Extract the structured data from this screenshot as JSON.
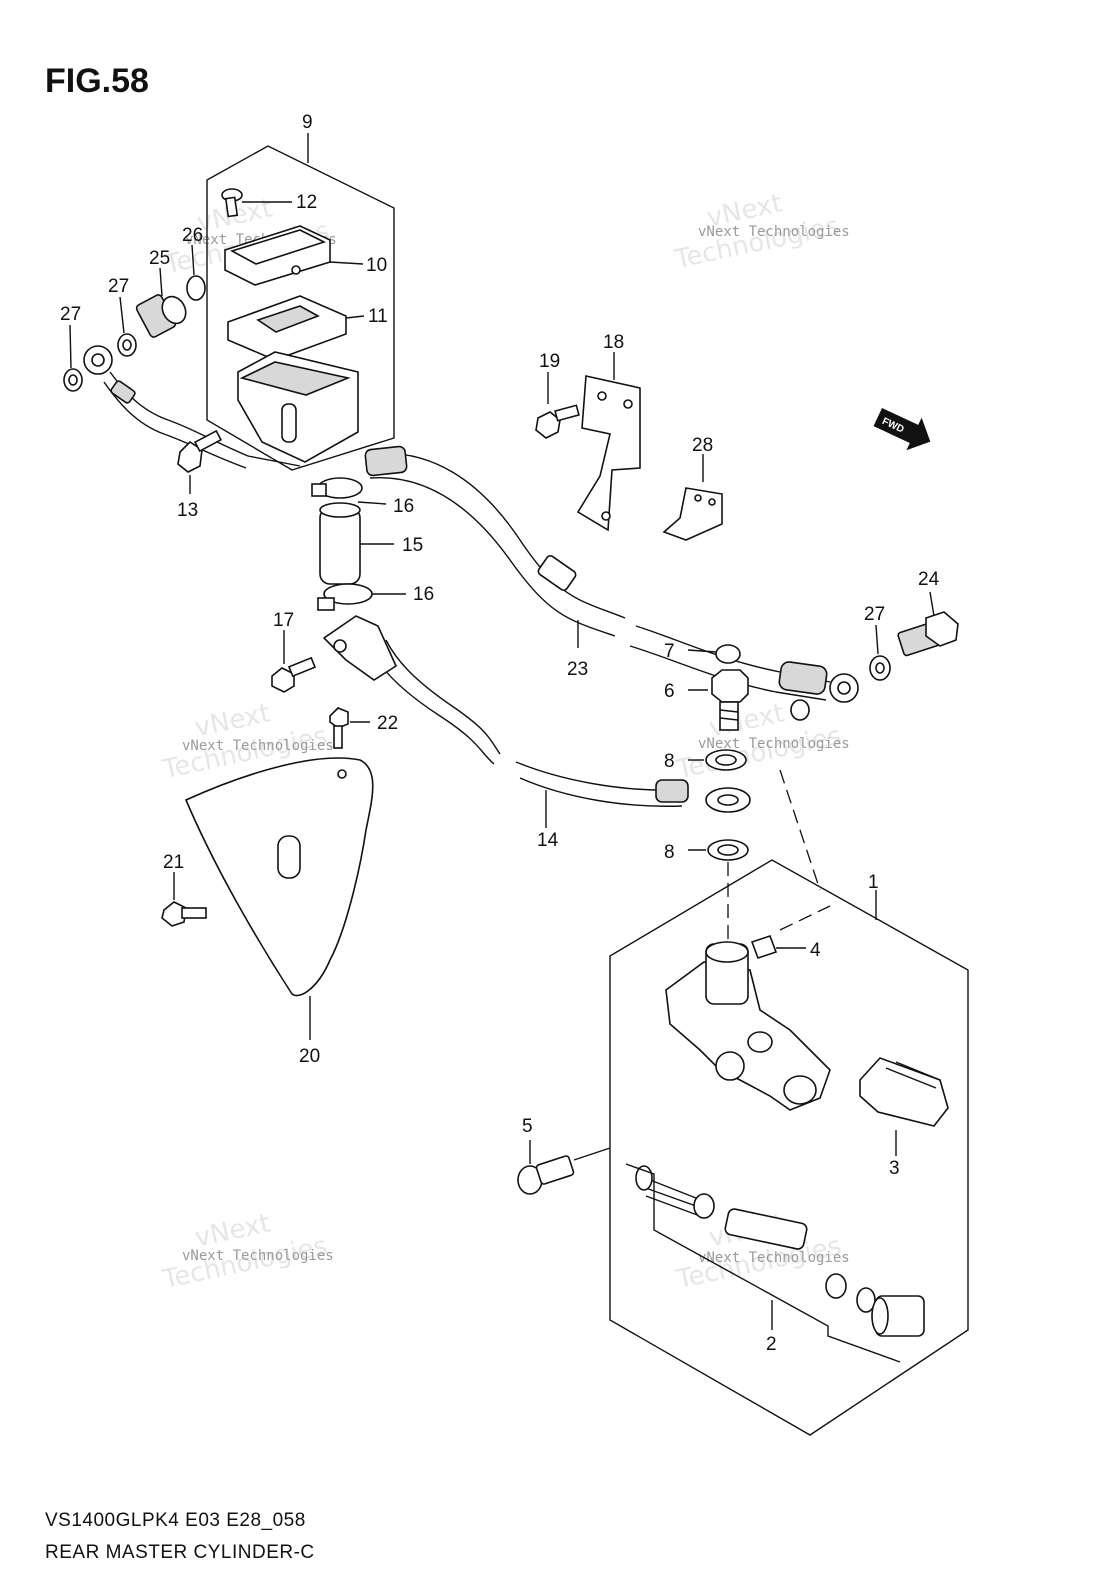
{
  "figure": {
    "title": "FIG.58",
    "model_code": "VS1400GLPK4 E03 E28_058",
    "section_name": "REAR MASTER CYLINDER-C"
  },
  "callouts": [
    "1",
    "2",
    "3",
    "4",
    "5",
    "6",
    "7",
    "8",
    "8",
    "9",
    "10",
    "11",
    "12",
    "13",
    "14",
    "15",
    "16",
    "16",
    "17",
    "18",
    "19",
    "20",
    "21",
    "22",
    "23",
    "24",
    "25",
    "26",
    "27",
    "27",
    "27",
    "28"
  ],
  "watermark": {
    "company": "vNext Technologies",
    "line1": "vNext",
    "line2": "Technologies"
  },
  "direction_arrow": "FWD"
}
